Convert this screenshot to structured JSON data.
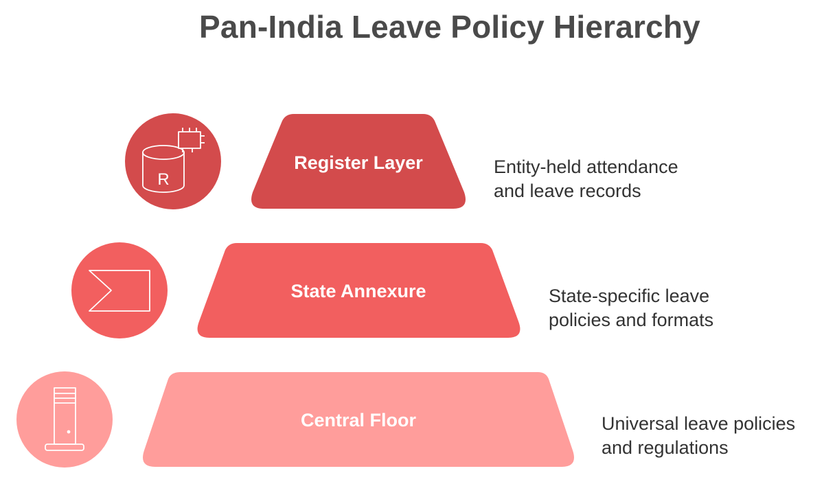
{
  "title": "Pan-India Leave Policy Hierarchy",
  "colors": {
    "register": "#d34b4c",
    "state": "#f25f5f",
    "central": "#ff9d9b",
    "icon_stroke": "#ffffff",
    "title_text": "#4a4a4a",
    "desc_text": "#333333"
  },
  "layers": [
    {
      "label": "Register Layer",
      "icon": "database-icon",
      "icon_letter": "R",
      "description": [
        "Entity-held attendance",
        "and leave records"
      ]
    },
    {
      "label": "State Annexure",
      "icon": "flag-icon",
      "description": [
        "State-specific leave",
        "policies and formats"
      ]
    },
    {
      "label": "Central Floor",
      "icon": "server-tower-icon",
      "description": [
        "Universal leave policies",
        "and regulations"
      ]
    }
  ]
}
